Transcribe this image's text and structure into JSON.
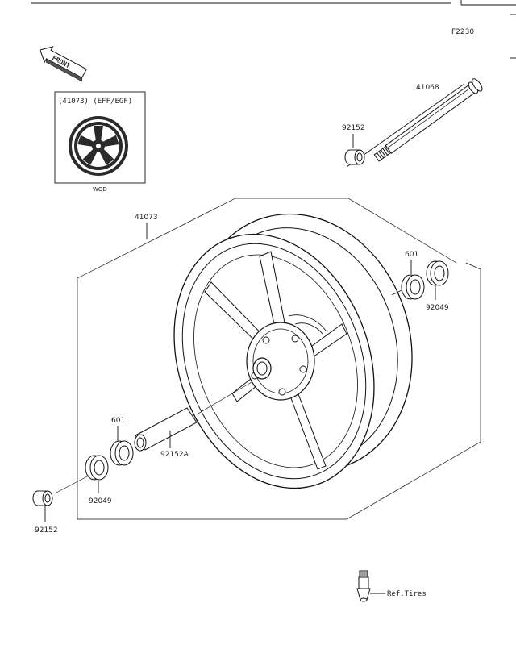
{
  "figure_code": "F2230",
  "front_label": "FRONT",
  "inset": {
    "title": "(41073) (EFF/EGF)",
    "caption": "WOD"
  },
  "parts": {
    "axle": "41068",
    "spacer_top": "92152",
    "wheel": "41073",
    "bearing_right": "601",
    "seal_right": "92049",
    "bearing_left": "601",
    "collar": "92152A",
    "seal_left": "92049",
    "spacer_bottom": "92152"
  },
  "valve_ref": "Ref.Tires"
}
